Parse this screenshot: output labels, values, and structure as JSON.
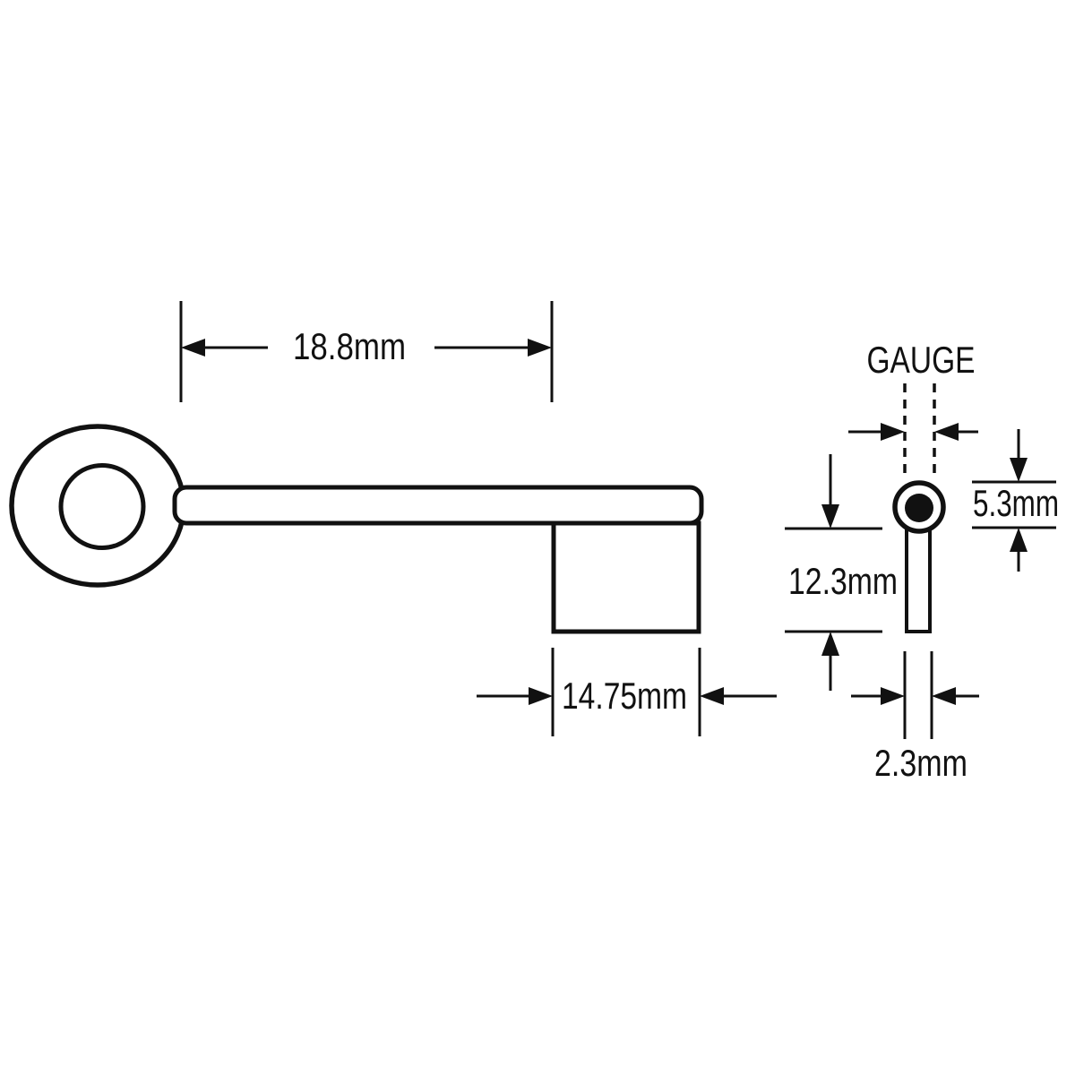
{
  "labels": {
    "gauge": "GAUGE"
  },
  "dimensions": {
    "shaft_length": "18.8mm",
    "bit_width": "14.75mm",
    "head_diameter": "5.3mm",
    "blade_length": "12.3mm",
    "blade_thickness": "2.3mm"
  },
  "colors": {
    "line": "#111111",
    "background": "#ffffff",
    "shape_fill": "#ffffff",
    "core_fill": "#111111"
  }
}
